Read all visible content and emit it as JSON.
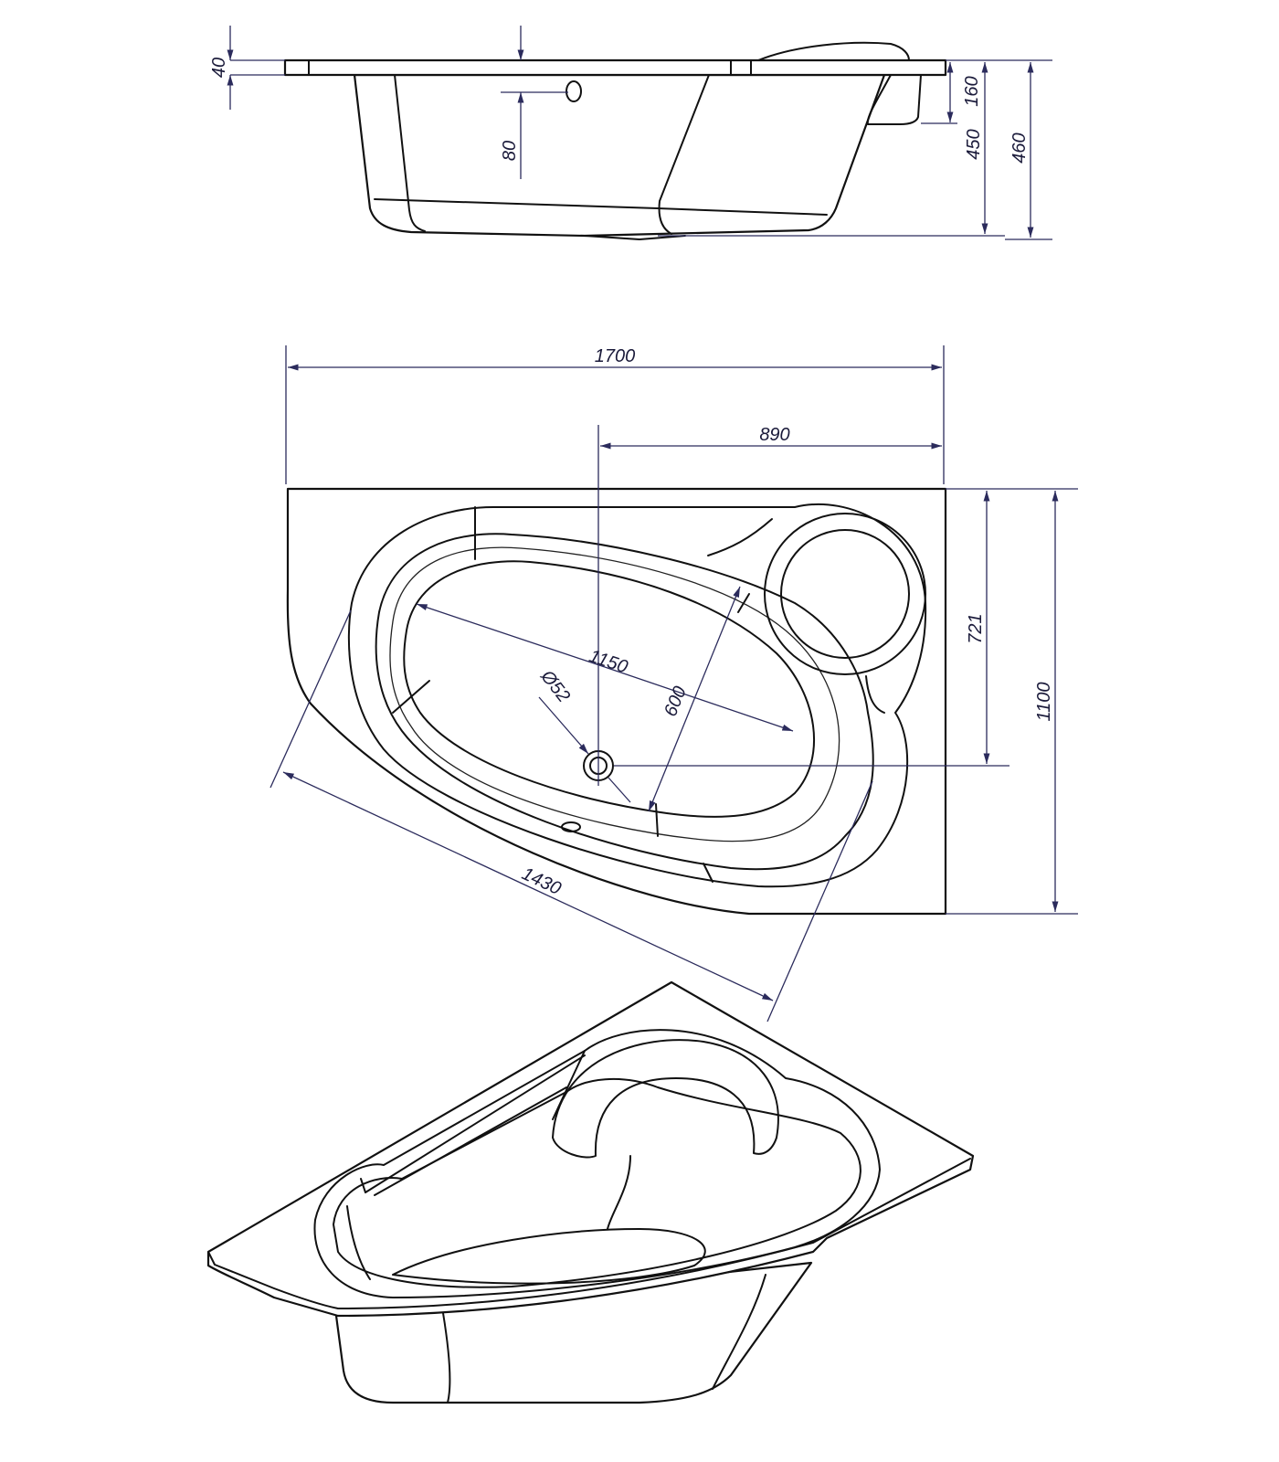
{
  "drawing": {
    "views": [
      "side-view",
      "top-view",
      "isometric-view"
    ],
    "colors": {
      "outline": "#111111",
      "dimension": "#2b2b5c"
    }
  },
  "side_view": {
    "dims": {
      "rim_thickness": "40",
      "overflow_height": "80",
      "headrest_height": "160",
      "depth": "450",
      "total_height": "460"
    }
  },
  "top_view": {
    "dims": {
      "length": "1700",
      "drain_offset_x": "890",
      "drain_offset_y": "721",
      "width": "1100",
      "inner_length": "1150",
      "drain_diameter": "Ø52",
      "inner_width": "600",
      "front_length": "1430"
    }
  }
}
